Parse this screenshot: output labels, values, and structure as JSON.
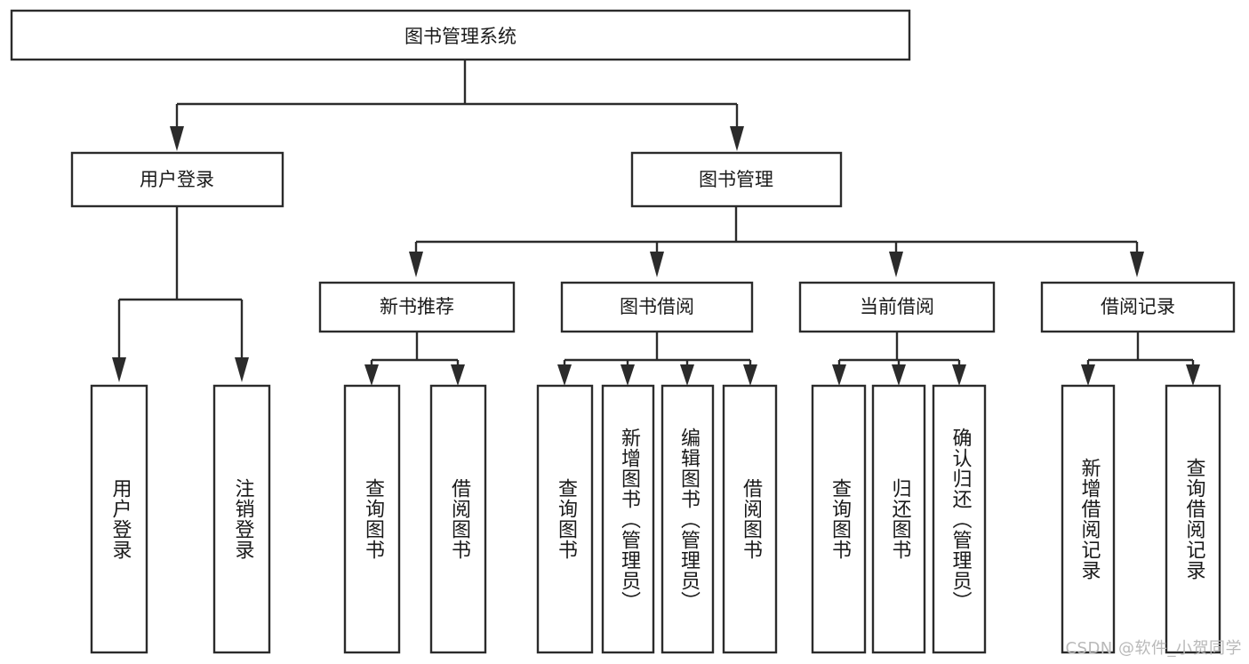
{
  "diagram": {
    "type": "hierarchy-tree",
    "title": "图书管理系统",
    "watermark": "CSDN @软件_小贺同学",
    "colors": {
      "stroke": "#2b2b2b",
      "fill": "#ffffff",
      "text": "#1a1a1a",
      "watermark": "#b9b9b9"
    },
    "root": {
      "label": "图书管理系统"
    },
    "level1": [
      {
        "label": "用户登录"
      },
      {
        "label": "图书管理"
      }
    ],
    "level2": [
      {
        "label": "新书推荐"
      },
      {
        "label": "图书借阅"
      },
      {
        "label": "当前借阅"
      },
      {
        "label": "借阅记录"
      }
    ],
    "leaves": {
      "user_login": [
        {
          "label": "用户登录"
        },
        {
          "label": "注销登录"
        }
      ],
      "new_book_recommend": [
        {
          "label": "查询图书"
        },
        {
          "label": "借阅图书"
        }
      ],
      "book_borrow": [
        {
          "label": "查询图书"
        },
        {
          "label": "新增图书（管理员）"
        },
        {
          "label": "编辑图书（管理员）"
        },
        {
          "label": "借阅图书"
        }
      ],
      "current_borrow": [
        {
          "label": "查询图书"
        },
        {
          "label": "归还图书"
        },
        {
          "label": "确认归还（管理员）"
        }
      ],
      "borrow_record": [
        {
          "label": "新增借阅记录"
        },
        {
          "label": "查询借阅记录"
        }
      ]
    }
  }
}
